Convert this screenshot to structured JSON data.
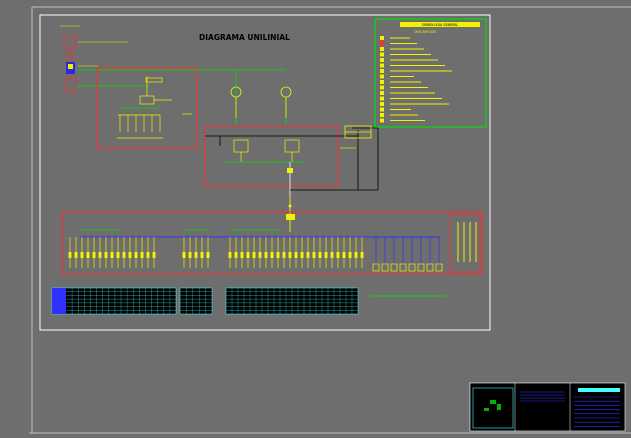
{
  "drawing": {
    "title": "DIAGRAMA UNILINIAL",
    "legend_title": "SIMBOLOGIA GENERAL",
    "legend_subtitle": "DESCRIPCION"
  },
  "colors": {
    "background": "#6e6e6e",
    "sheet_border": "#ffffff",
    "red": "#ff2a2a",
    "yellow": "#f2f200",
    "green": "#00e000",
    "blue": "#3030ff",
    "cyan": "#40ffff",
    "black": "#000000"
  }
}
